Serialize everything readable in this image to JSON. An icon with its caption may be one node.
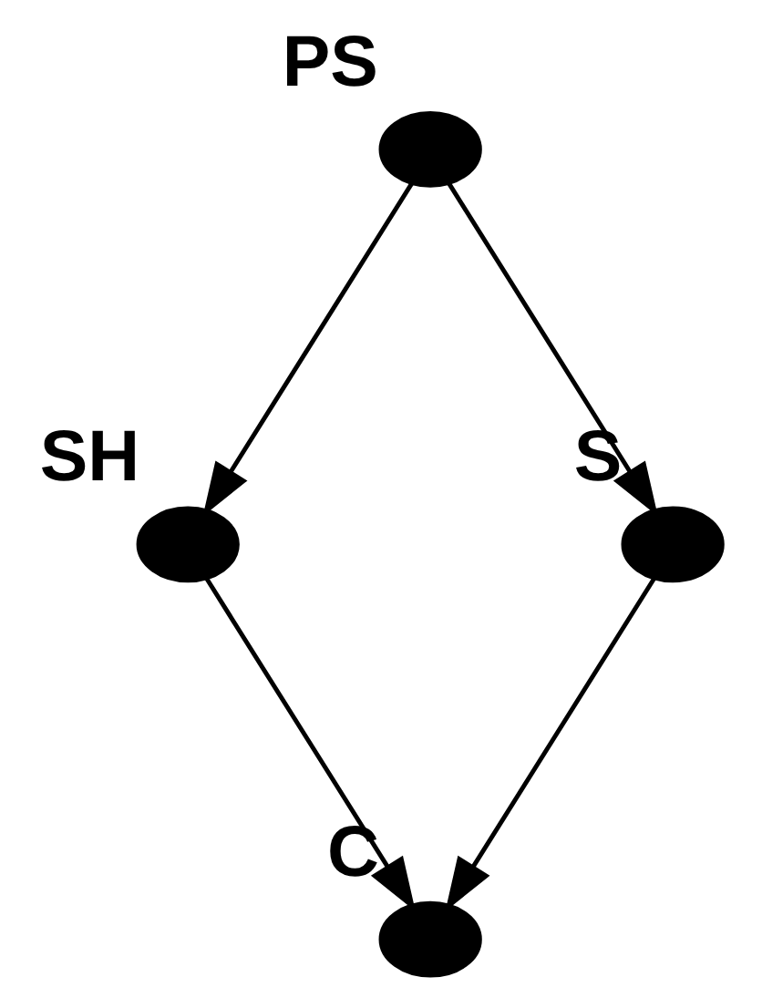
{
  "diagram": {
    "nodes": [
      {
        "text": [],
        "shape": "ellipse",
        "beside": [
          "PS"
        ]
      },
      {
        "text": [],
        "shape": "ellipse",
        "beside": [
          "SH"
        ]
      },
      {
        "text": [],
        "shape": "ellipse",
        "beside": [
          "S"
        ]
      },
      {
        "text": [],
        "shape": "ellipse",
        "beside": [
          "C"
        ]
      }
    ],
    "edges": [
      {
        "from": 0,
        "to": 1,
        "arrow": "to"
      },
      {
        "from": 0,
        "to": 2,
        "arrow": "to"
      },
      {
        "from": 1,
        "to": 3,
        "arrow": "to"
      },
      {
        "from": 2,
        "to": 3,
        "arrow": "to"
      }
    ]
  }
}
